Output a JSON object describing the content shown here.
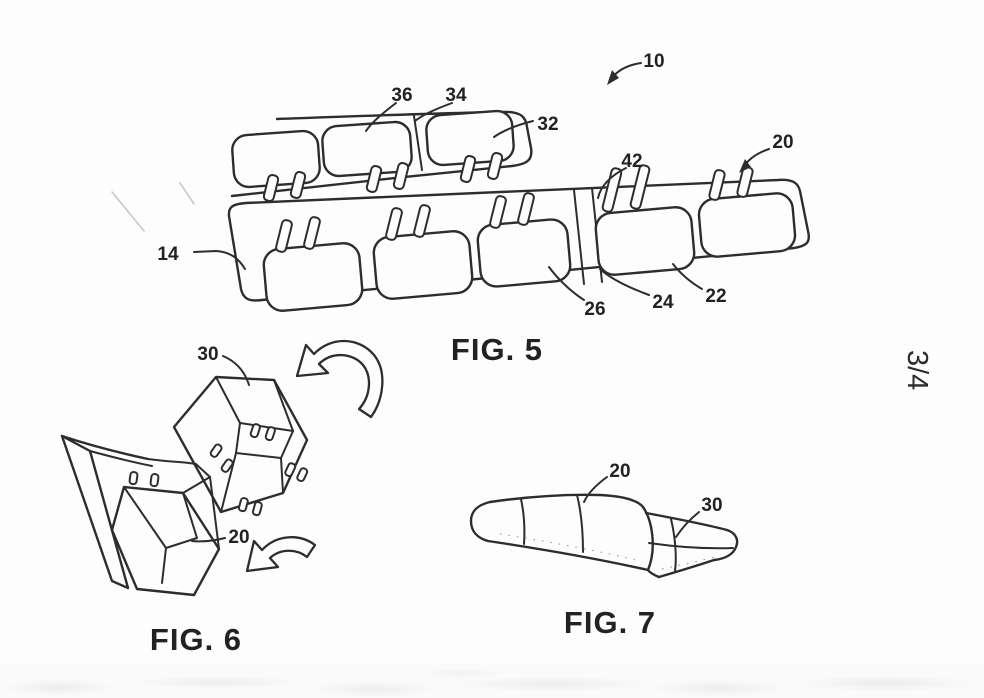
{
  "sheet": {
    "page_indicator": "3/4"
  },
  "fig5": {
    "caption": "FIG. 5",
    "labels": {
      "l10": "10",
      "l36": "36",
      "l34": "34",
      "l32": "32",
      "l42": "42",
      "l20": "20",
      "l14": "14",
      "l26": "26",
      "l24": "24",
      "l22": "22"
    }
  },
  "fig6": {
    "caption": "FIG. 6",
    "labels": {
      "l30": "30",
      "l20": "20"
    }
  },
  "fig7": {
    "caption": "FIG. 7",
    "labels": {
      "l20": "20",
      "l30": "30"
    }
  }
}
